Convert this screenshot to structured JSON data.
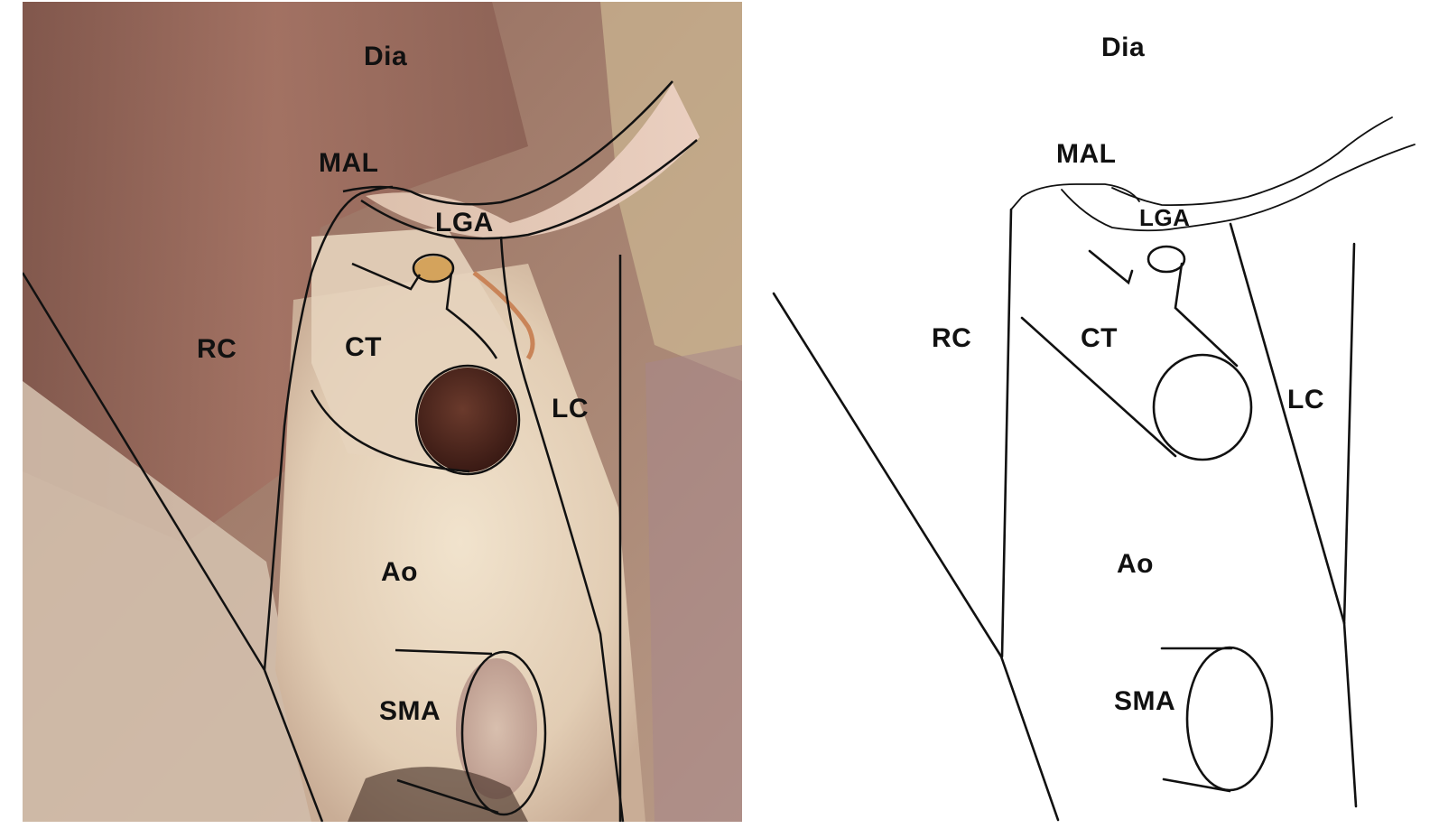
{
  "figure": {
    "panels": [
      {
        "id": "photo",
        "type": "cadaveric-dissection-photograph",
        "labels": {
          "dia": "Dia",
          "mal": "MAL",
          "lga": "LGA",
          "rc": "RC",
          "ct": "CT",
          "lc": "LC",
          "ao": "Ao",
          "sma": "SMA"
        }
      },
      {
        "id": "schematic",
        "type": "line-drawing",
        "labels": {
          "dia": "Dia",
          "mal": "MAL",
          "lga": "LGA",
          "rc": "RC",
          "ct": "CT",
          "lc": "LC",
          "ao": "Ao",
          "sma": "SMA"
        }
      }
    ],
    "colors": {
      "outline": "#111111",
      "background": "#ffffff",
      "muscle": "#9a6a5e",
      "aorta_tissue": "#e8d6bf",
      "lumen": "#4a241c"
    }
  }
}
